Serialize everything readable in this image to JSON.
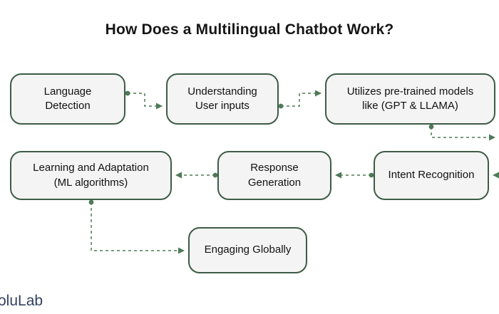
{
  "title": "How Does a Multilingual Chatbot Work?",
  "logo_text": "oluLab",
  "colors": {
    "box_fill": "#f4f4f4",
    "box_border": "#3d5c46",
    "connector": "#4e7a57",
    "title_color": "#161616",
    "logo_color": "#33415e"
  },
  "nodes": [
    {
      "id": "language-detection",
      "label": "Language\nDetection"
    },
    {
      "id": "understanding-user-inputs",
      "label": "Understanding\nUser inputs"
    },
    {
      "id": "pretrained-models",
      "label": "Utilizes pre-trained models\nlike (GPT & LLAMA)"
    },
    {
      "id": "learning-adaptation",
      "label": "Learning and Adaptation\n(ML algorithms)"
    },
    {
      "id": "response-generation",
      "label": "Response\nGeneration"
    },
    {
      "id": "intent-recognition",
      "label": "Intent Recognition"
    },
    {
      "id": "engaging-globally",
      "label": "Engaging Globally"
    }
  ]
}
